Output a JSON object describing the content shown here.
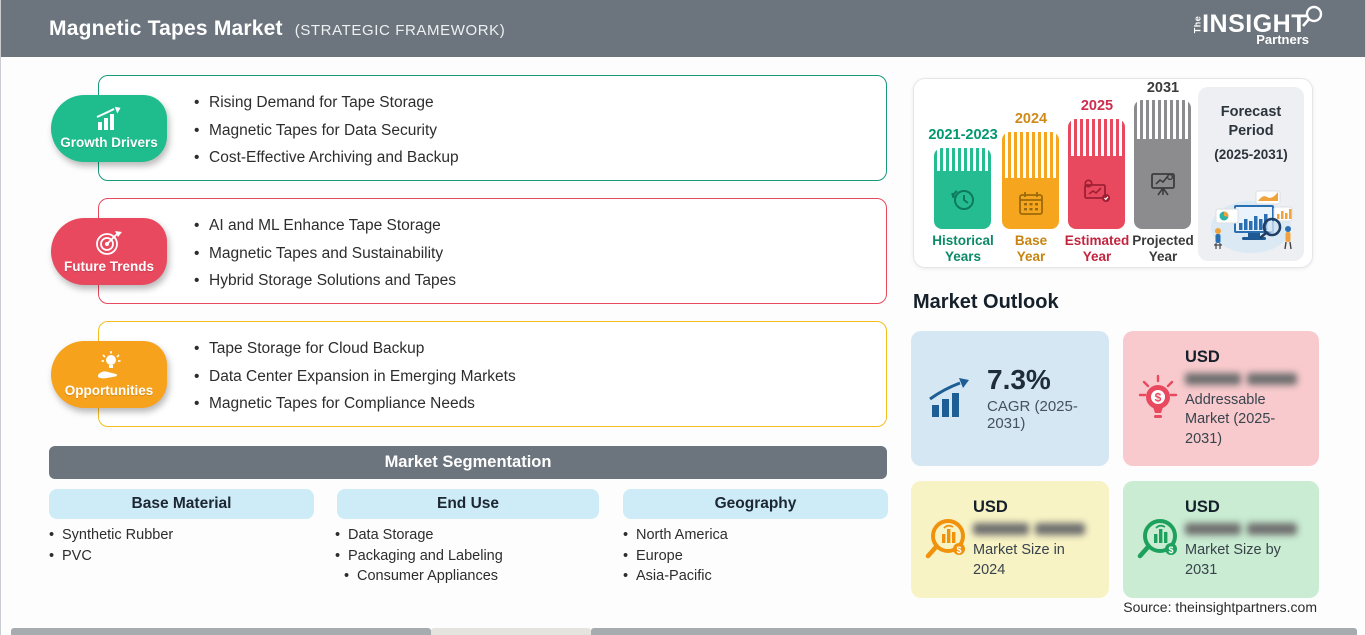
{
  "header": {
    "title": "Magnetic Tapes Market",
    "subtitle": "(STRATEGIC FRAMEWORK)",
    "logo": {
      "the": "The",
      "insight": "INSIGHT",
      "partners": "Partners"
    },
    "bg_color": "#6c757d"
  },
  "panels": [
    {
      "label": "Growth Drivers",
      "accent_color": "#1fbd8e",
      "border_color": "#199a7a",
      "icon": "growth-chart-icon",
      "items": [
        "Rising Demand for Tape Storage",
        "Magnetic Tapes for Data Security",
        "Cost-Effective Archiving and Backup"
      ]
    },
    {
      "label": "Future Trends",
      "accent_color": "#e8495f",
      "border_color": "#e8495f",
      "icon": "target-arrow-icon",
      "items": [
        "AI and ML Enhance Tape Storage",
        "Magnetic Tapes and Sustainability",
        "Hybrid Storage Solutions and Tapes"
      ]
    },
    {
      "label": "Opportunities",
      "accent_color": "#f6a21c",
      "border_color": "#f2be1e",
      "icon": "idea-hand-icon",
      "items": [
        "Tape Storage for Cloud Backup",
        "Data Center Expansion in Emerging Markets",
        "Magnetic Tapes for Compliance Needs"
      ]
    }
  ],
  "segmentation": {
    "title": "Market Segmentation",
    "columns": [
      {
        "header": "Base Material",
        "items": [
          "Synthetic Rubber",
          "PVC"
        ]
      },
      {
        "header": "End Use",
        "items": [
          "Data Storage",
          "Packaging and Labeling",
          "Consumer Appliances"
        ]
      },
      {
        "header": "Geography",
        "items": [
          "North America",
          "Europe",
          "Asia-Pacific"
        ]
      }
    ]
  },
  "timeline": {
    "bars": [
      {
        "year": "2021-2023",
        "label1": "Historical",
        "label2": "Years",
        "color": "#26bc92",
        "icon": "clock-history-icon"
      },
      {
        "year": "2024",
        "label1": "Base",
        "label2": "Year",
        "color": "#f6a51e",
        "icon": "calendar-icon"
      },
      {
        "year": "2025",
        "label1": "Estimated",
        "label2": "Year",
        "color": "#e9495f",
        "icon": "estimate-monitor-icon"
      },
      {
        "year": "2031",
        "label1": "Projected",
        "label2": "Year",
        "color": "#8c8c8e",
        "icon": "projection-board-icon"
      }
    ],
    "forecast": {
      "title": "Forecast Period",
      "range": "(2025-2031)"
    }
  },
  "outlook": {
    "title": "Market Outlook",
    "cards": [
      {
        "headline": "7.3%",
        "subtext": "CAGR (2025-2031)",
        "bg_color": "#d4e7f2",
        "icon": "growth-arrow-icon"
      },
      {
        "currency": "USD",
        "subtext": "Addressable Market (2025-2031)",
        "bg_color": "#f8cacd",
        "icon": "bulb-dollar-icon",
        "value_redacted": true
      },
      {
        "currency": "USD",
        "subtext": "Market Size in 2024",
        "bg_color": "#f8f3c5",
        "icon": "magnifier-chart-orange-icon",
        "value_redacted": true
      },
      {
        "currency": "USD",
        "subtext": "Market Size by 2031",
        "bg_color": "#c9ecd2",
        "icon": "magnifier-chart-green-icon",
        "value_redacted": true
      }
    ]
  },
  "source": "Source: theinsightpartners.com"
}
